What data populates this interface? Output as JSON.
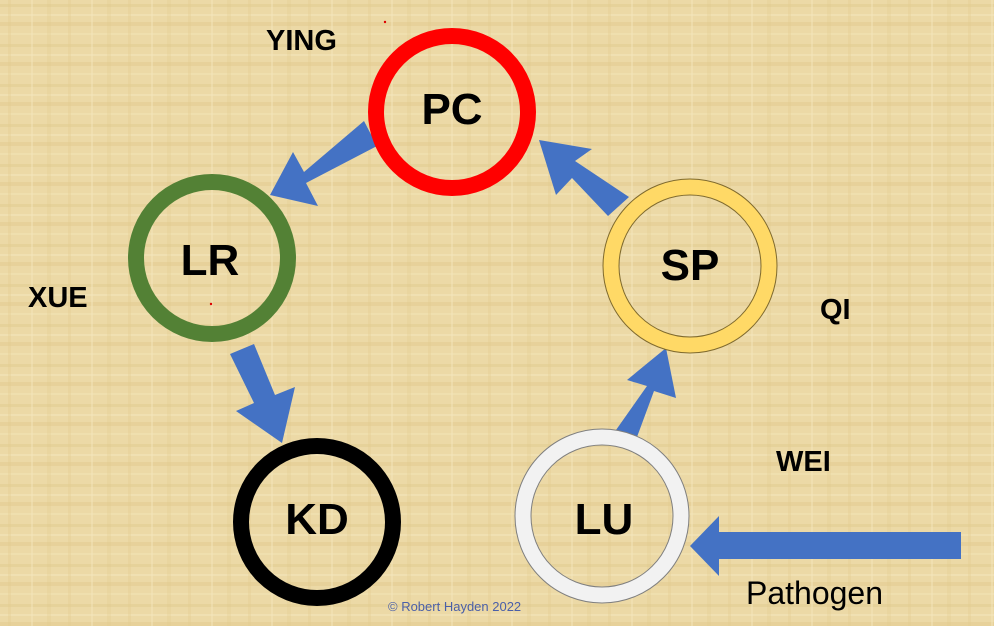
{
  "nodes": [
    {
      "id": "pc",
      "label": "PC",
      "color": "#ff0000"
    },
    {
      "id": "lr",
      "label": "LR",
      "color": "#538135"
    },
    {
      "id": "kd",
      "label": "KD",
      "color": "#000000"
    },
    {
      "id": "lu",
      "label": "LU",
      "color": "#f2f2f2"
    },
    {
      "id": "sp",
      "label": "SP",
      "color": "#ffd966"
    }
  ],
  "levels": {
    "ying": "YING",
    "xue": "XUE",
    "qi": "QI",
    "wei": "WEI"
  },
  "pathogen": "Pathogen",
  "copyright": "© Robert Hayden 2022",
  "colors": {
    "arrow": "#4472c4",
    "background": "#ecd9a6"
  }
}
